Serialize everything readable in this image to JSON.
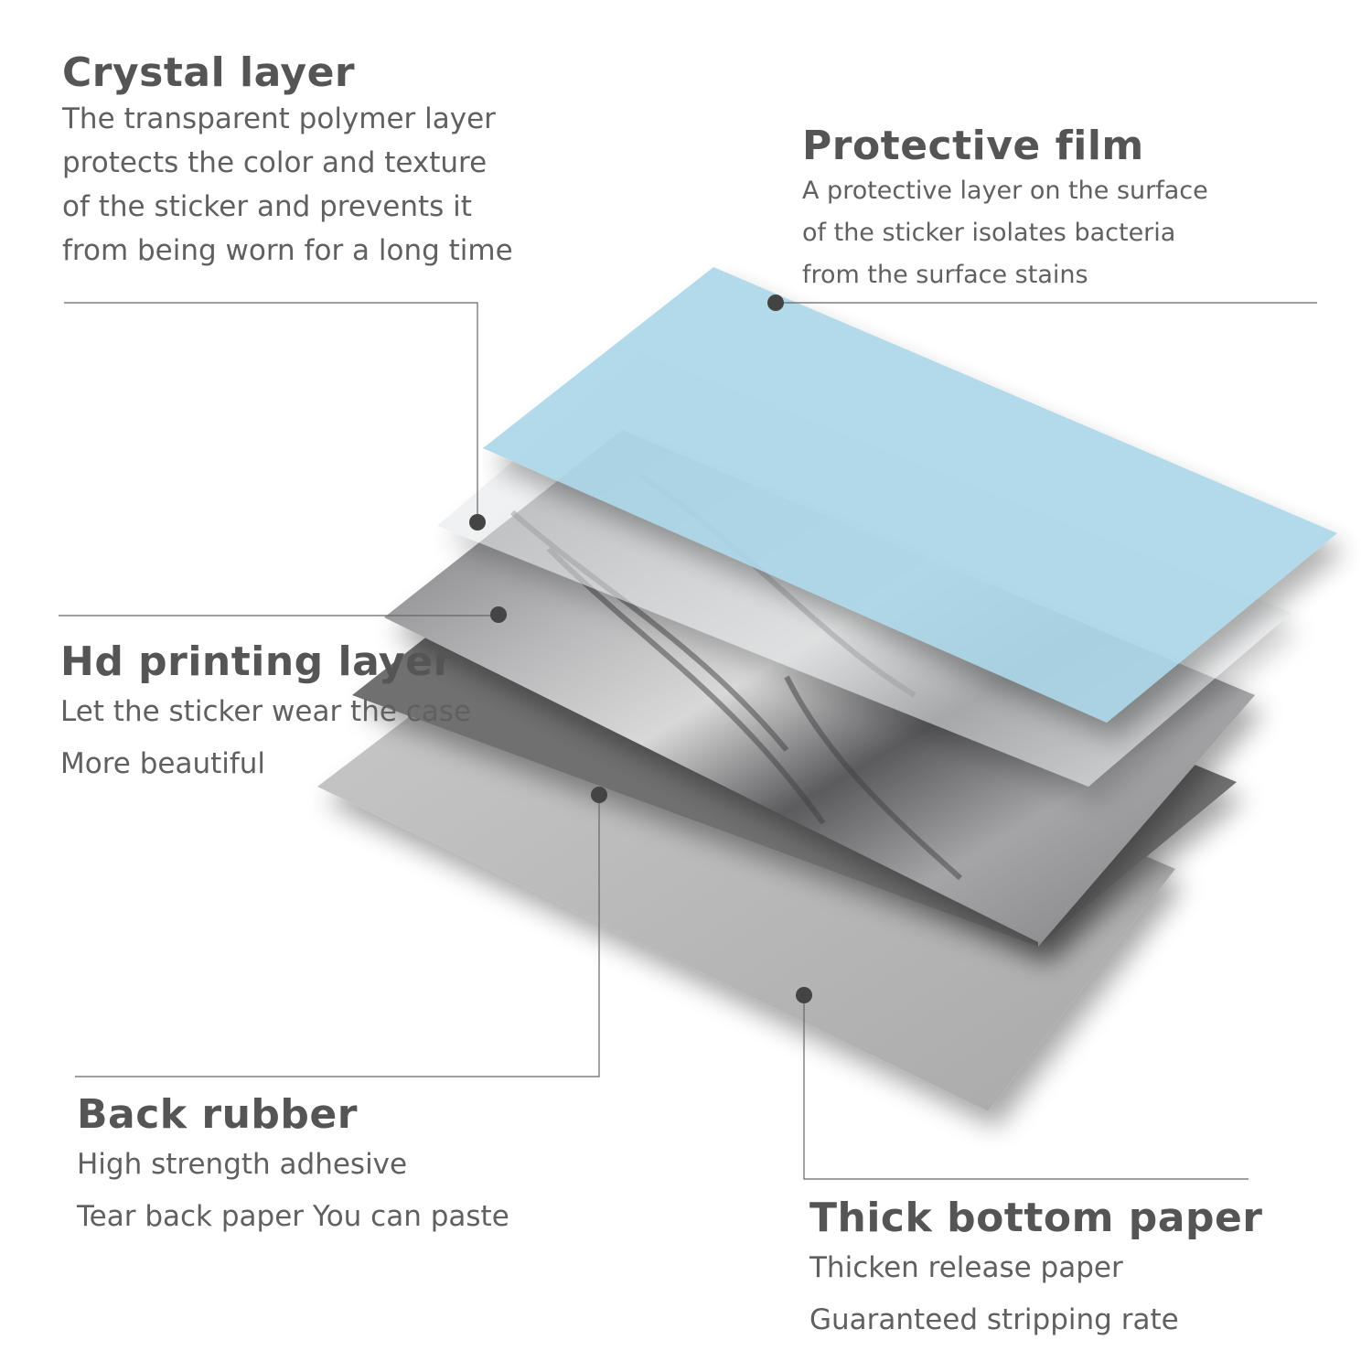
{
  "labels": {
    "crystal": {
      "title": "Crystal layer",
      "lines": [
        "The transparent polymer layer",
        "protects the color and texture",
        "of the sticker and prevents it",
        "from being worn for a long time"
      ]
    },
    "protective": {
      "title": "Protective film",
      "lines": [
        "A protective layer on the surface",
        "of the sticker isolates bacteria",
        "from the surface stains"
      ]
    },
    "hd": {
      "title": "Hd printing layer",
      "lines": [
        "Let the sticker wear the case",
        "More beautiful"
      ]
    },
    "back": {
      "title": "Back rubber",
      "lines": [
        "High strength adhesive",
        "Tear back paper You can paste"
      ]
    },
    "paper": {
      "title": "Thick bottom paper",
      "lines": [
        "Thicken release paper",
        "Guaranteed stripping rate"
      ]
    }
  },
  "colors": {
    "protective_film": "#a9d6e8",
    "crystal_layer": "#e6e6e6",
    "marble": "#8c8c8e",
    "back_rubber": "#6e6e6e",
    "bottom_paper": "#bdbdbd",
    "leader": "#555555"
  }
}
